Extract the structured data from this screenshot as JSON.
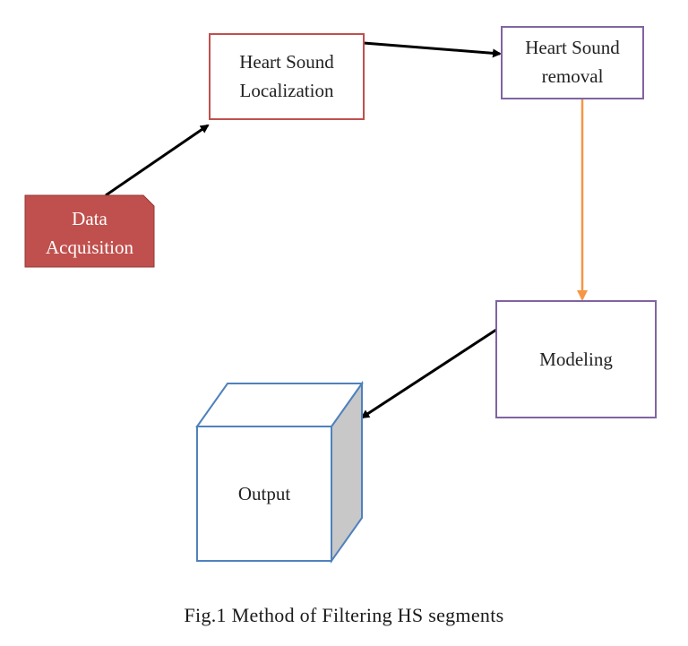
{
  "nodes": {
    "data_acquisition": {
      "line1": "Data",
      "line2": "Acquisition"
    },
    "localization": {
      "line1": "Heart Sound",
      "line2": "Localization"
    },
    "removal": {
      "line1": "Heart Sound",
      "line2": "removal"
    },
    "modeling": {
      "label": "Modeling"
    },
    "output": {
      "label": "Output"
    }
  },
  "caption": "Fig.1 Method of Filtering HS segments",
  "colors": {
    "data_acquisition_fill": "#c0504d",
    "localization_border": "#c0504d",
    "removal_border": "#8064a2",
    "modeling_border": "#8064a2",
    "output_border": "#4f81bd",
    "output_side": "#c8c8c8",
    "arrow": "#000000",
    "arrow_orange": "#f79646"
  }
}
